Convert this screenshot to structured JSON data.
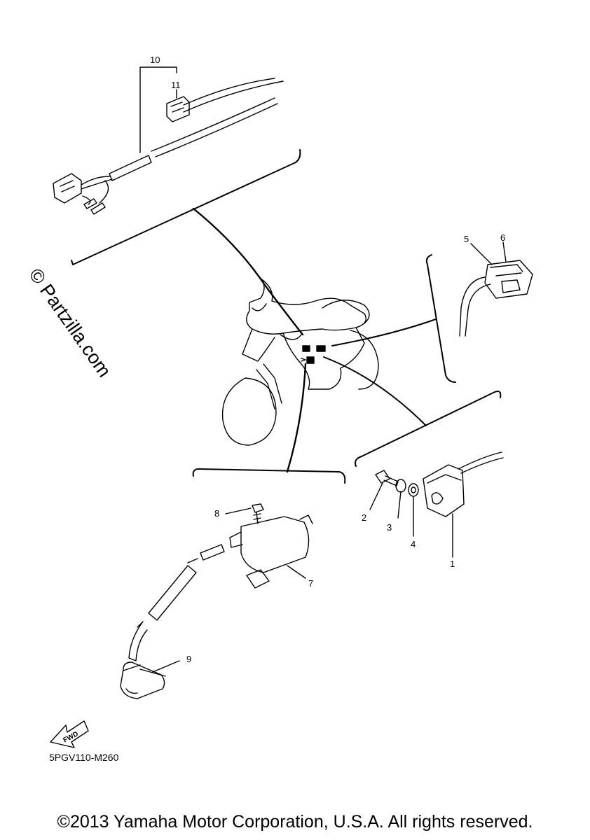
{
  "callouts": {
    "c1": "1",
    "c2": "2",
    "c3": "3",
    "c4": "4",
    "c5": "5",
    "c6": "6",
    "c7": "7",
    "c8": "8",
    "c9": "9",
    "c10": "10",
    "c11": "11"
  },
  "fwd_label": "FWD",
  "watermark": "© Partzilla.com",
  "reference_code": "5PGV110-M260",
  "copyright": "©2013 Yamaha Motor Corporation, U.S.A. All rights reserved."
}
